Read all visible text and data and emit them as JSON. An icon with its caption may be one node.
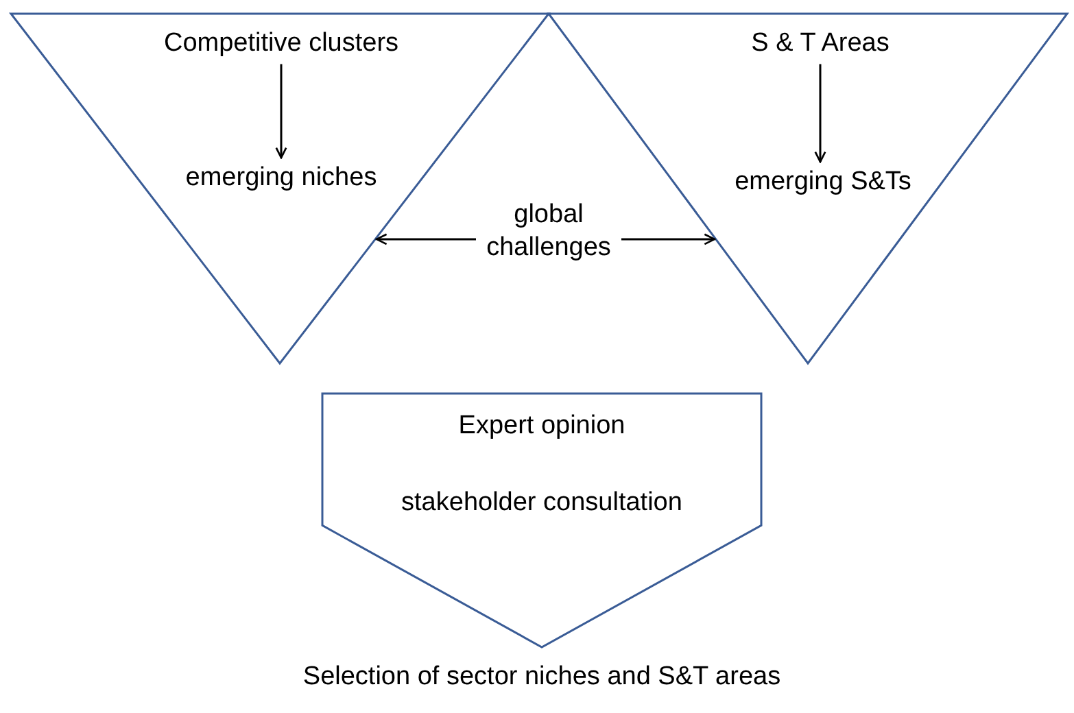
{
  "diagram": {
    "nodes": [
      {
        "text": [],
        "shape": "triangle"
      },
      {
        "text": [
          "Competitive clusters"
        ],
        "in": 0
      },
      {
        "text": [
          "emerging niches"
        ],
        "in": 0
      },
      {
        "text": [],
        "shape": "triangle"
      },
      {
        "text": [
          "S & T Areas"
        ],
        "in": 3
      },
      {
        "text": [
          "emerging S&Ts"
        ],
        "in": 3
      },
      {
        "text": [
          "global challenges"
        ]
      },
      {
        "text": [
          "Expert opinion",
          "stakeholder consultation"
        ]
      }
    ],
    "edges": [
      {
        "from": 1,
        "to": 2,
        "arrow": "to"
      },
      {
        "from": 4,
        "to": 5,
        "arrow": "to"
      },
      {
        "from": 6,
        "to": 0,
        "arrow": "to"
      },
      {
        "from": 6,
        "to": 3,
        "arrow": "to"
      }
    ],
    "labels": [
      "Selection of sector niches and S&T areas"
    ]
  }
}
